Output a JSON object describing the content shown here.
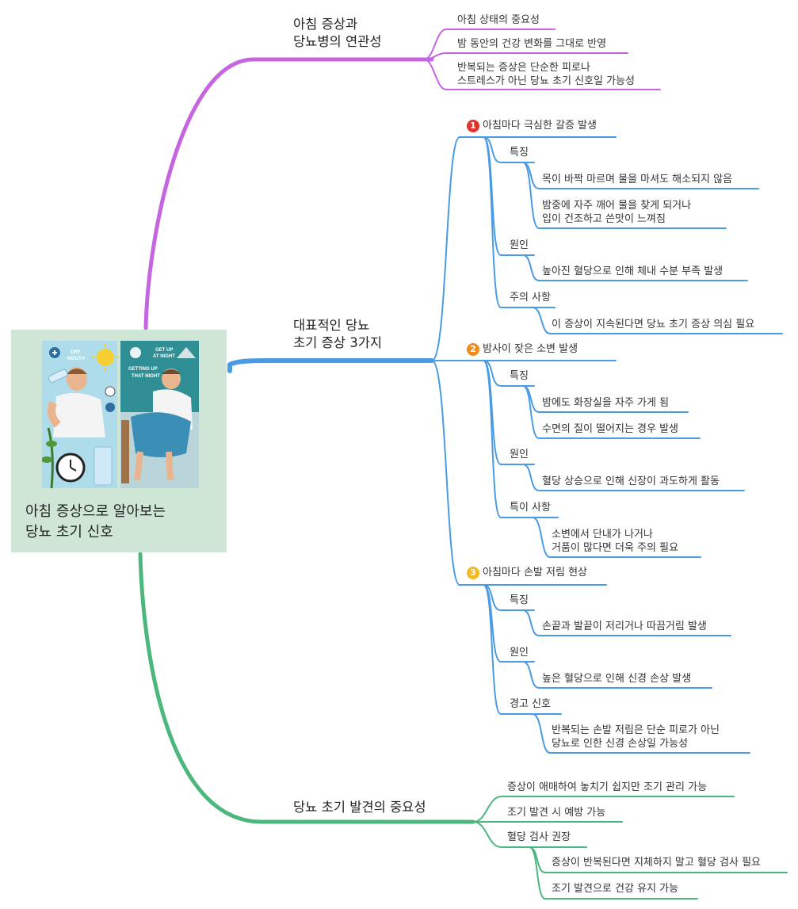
{
  "root": {
    "title_line1": "아침 증상으로 알아보는",
    "title_line2": "당뇨 초기 신호",
    "image_text": {
      "left_tag1": "DRY",
      "left_tag2": "MOUTH",
      "right_tag1": "GET UP",
      "right_tag2": "AT NIGHT",
      "right_tag3": "GETTING UP",
      "right_tag4": "THAT NIGHT"
    }
  },
  "branch_morning": {
    "title_line1": "아침 증상과",
    "title_line2": "당뇨병의 연관성",
    "items": [
      {
        "line1": "아침 상태의 중요성"
      },
      {
        "line1": "밤 동안의 건강 변화를 그대로 반영"
      },
      {
        "line1": "반복되는 증상은 단순한 피로나",
        "line2": "스트레스가 아닌 당뇨 초기 신호일 가능성"
      }
    ]
  },
  "branch_symptoms": {
    "title_line1": "대표적인 당뇨",
    "title_line2": "초기 증상 3가지",
    "symptoms": [
      {
        "number": "1",
        "title": "아침마다 극심한 갈증 발생",
        "groups": [
          {
            "label": "특징",
            "items": [
              {
                "line1": "목이 바짝 마르며 물을 마셔도 해소되지 않음"
              },
              {
                "line1": "밤중에 자주 깨어 물을 찾게 되거나",
                "line2": "입이 건조하고 쓴맛이 느껴짐"
              }
            ]
          },
          {
            "label": "원인",
            "items": [
              {
                "line1": "높아진 혈당으로 인해 체내 수분 부족 발생"
              }
            ]
          },
          {
            "label": "주의 사항",
            "items": [
              {
                "line1": "이 증상이 지속된다면 당뇨 초기 증상 의심 필요"
              }
            ]
          }
        ]
      },
      {
        "number": "2",
        "title": "밤사이 잦은 소변 발생",
        "groups": [
          {
            "label": "특징",
            "items": [
              {
                "line1": "밤에도 화장실을 자주 가게 됨"
              },
              {
                "line1": "수면의 질이 떨어지는 경우 발생"
              }
            ]
          },
          {
            "label": "원인",
            "items": [
              {
                "line1": "혈당 상승으로 인해 신장이 과도하게 활동"
              }
            ]
          },
          {
            "label": "특이 사항",
            "items": [
              {
                "line1": "소변에서 단내가 나거나",
                "line2": "거품이 많다면 더욱 주의 필요"
              }
            ]
          }
        ]
      },
      {
        "number": "3",
        "title": "아침마다 손발 저림 현상",
        "groups": [
          {
            "label": "특징",
            "items": [
              {
                "line1": "손끝과 발끝이 저리거나 따끔거림 발생"
              }
            ]
          },
          {
            "label": "원인",
            "items": [
              {
                "line1": "높은 혈당으로 인해 신경 손상 발생"
              }
            ]
          },
          {
            "label": "경고 신호",
            "items": [
              {
                "line1": "반복되는 손발 저림은 단순 피로가 아닌",
                "line2": "당뇨로 인한 신경 손상일 가능성"
              }
            ]
          }
        ]
      }
    ]
  },
  "branch_early": {
    "title": "당뇨 초기 발견의 중요성",
    "items": [
      {
        "label": "증상이 애매하여 놓치기 쉽지만 조기 관리 가능"
      },
      {
        "label": "조기 발견 시 예방 가능"
      },
      {
        "label": "혈당 검사 권장",
        "children": [
          {
            "line1": "증상이 반복된다면 지체하지 말고 혈당 검사 필요"
          },
          {
            "line1": "조기 발견으로 건강 유지 가능"
          }
        ]
      }
    ]
  },
  "colors": {
    "purple": "#c565e0",
    "blue": "#4a9be4",
    "green": "#4bb77d",
    "root_fill": "#cfe6d6",
    "badge1": "#e0342b",
    "badge2": "#f08a1c",
    "badge3": "#f2b722"
  }
}
